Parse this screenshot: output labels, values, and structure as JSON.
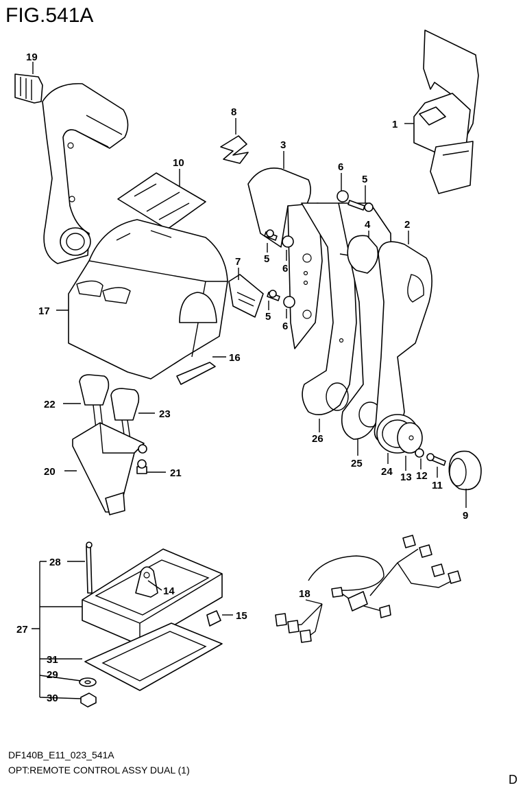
{
  "figure": {
    "title": "FIG.541A",
    "code": "DF140B_E11_023_541A",
    "description": "OPT:REMOTE CONTROL ASSY DUAL (1)",
    "corner_mark": "D"
  },
  "callouts": {
    "c1": "1",
    "c2": "2",
    "c3": "3",
    "c4": "4",
    "c5a": "5",
    "c5b": "5",
    "c5c": "5",
    "c6a": "6",
    "c6b": "6",
    "c6c": "6",
    "c7": "7",
    "c8": "8",
    "c9": "9",
    "c10": "10",
    "c11": "11",
    "c12": "12",
    "c13": "13",
    "c14": "14",
    "c15": "15",
    "c16": "16",
    "c17": "17",
    "c18": "18",
    "c19": "19",
    "c20": "20",
    "c21": "21",
    "c22": "22",
    "c23": "23",
    "c24": "24",
    "c25": "25",
    "c26": "26",
    "c27": "27",
    "c28": "28",
    "c29": "29",
    "c30": "30",
    "c31": "31"
  }
}
